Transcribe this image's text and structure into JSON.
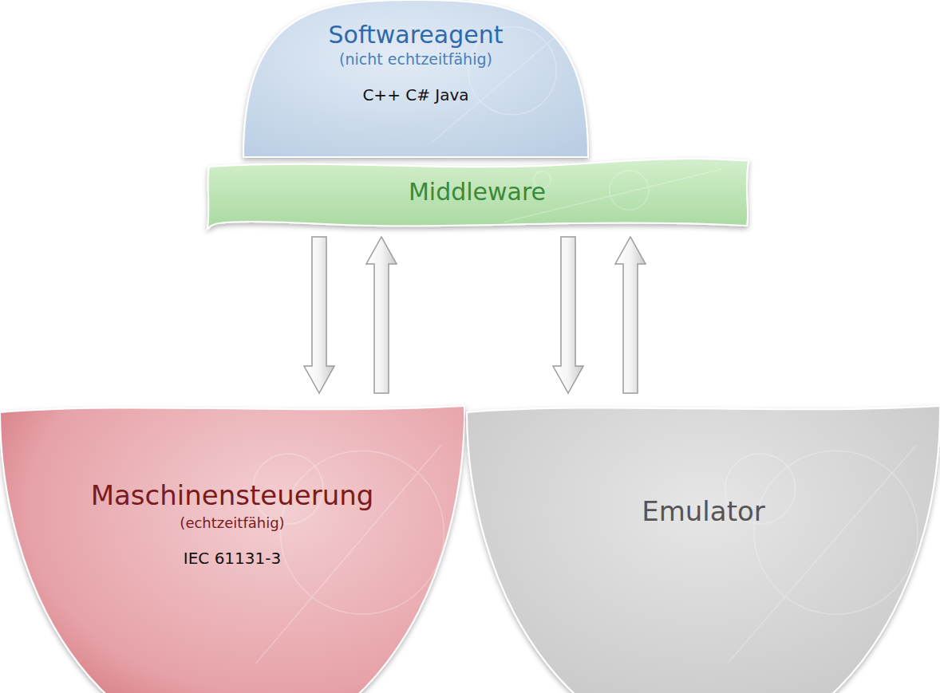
{
  "diagram": {
    "nodes": [
      {
        "text": [
          "Softwareagent",
          "(nicht echtzeitfähig)",
          "C++ C# Java"
        ]
      },
      {
        "text": [
          "Middleware"
        ]
      },
      {
        "text": [
          "Maschinensteuerung",
          "(echtzeitfähig)",
          "IEC 61131-3"
        ]
      },
      {
        "text": [
          "Emulator"
        ]
      }
    ],
    "edges": [
      {
        "from": 1,
        "to": 2,
        "arrow": "to"
      },
      {
        "from": 2,
        "to": 1,
        "arrow": "to"
      },
      {
        "from": 1,
        "to": 3,
        "arrow": "to"
      },
      {
        "from": 3,
        "to": 1,
        "arrow": "to"
      }
    ]
  }
}
